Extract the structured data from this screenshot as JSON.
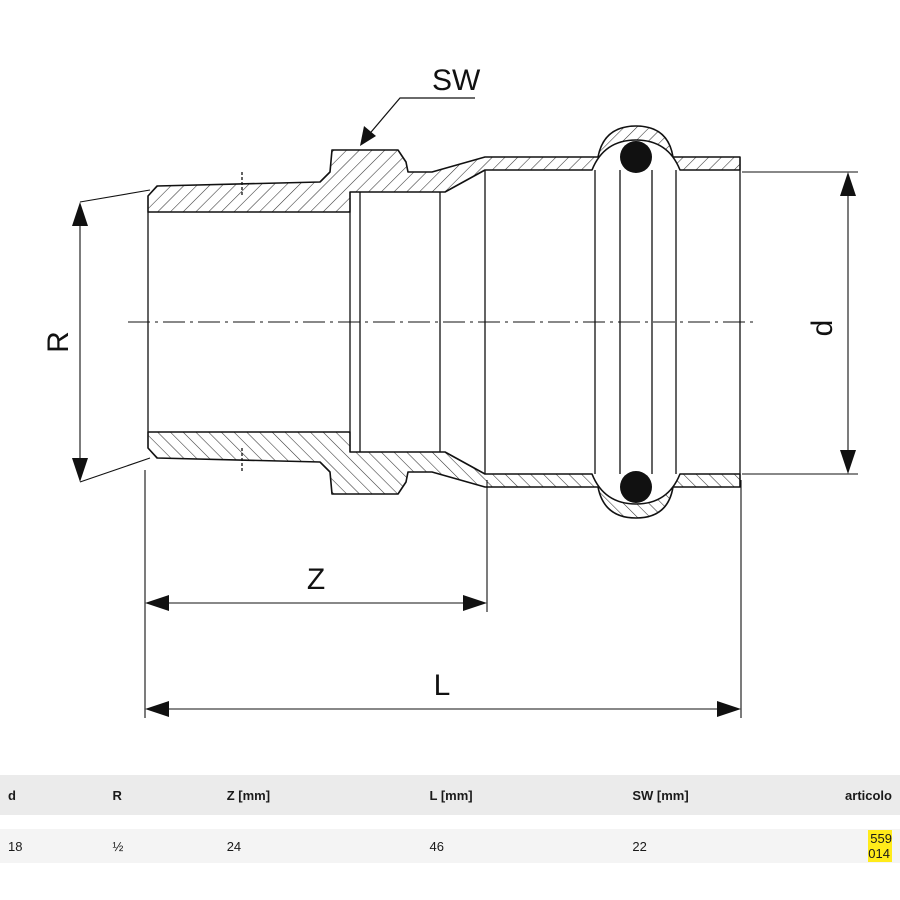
{
  "drawing": {
    "labels": {
      "sw": "SW",
      "r": "R",
      "d": "d",
      "z": "Z",
      "l": "L"
    },
    "colors": {
      "line": "#111111",
      "hatch": "#333333",
      "oring": "#111111"
    }
  },
  "table": {
    "headers": [
      "d",
      "R",
      "Z [mm]",
      "L [mm]",
      "SW [mm]",
      "articolo"
    ],
    "rows": [
      [
        "18",
        "½",
        "24",
        "46",
        "22",
        "559 014"
      ]
    ],
    "highlight_color": "#ffeb1a"
  }
}
